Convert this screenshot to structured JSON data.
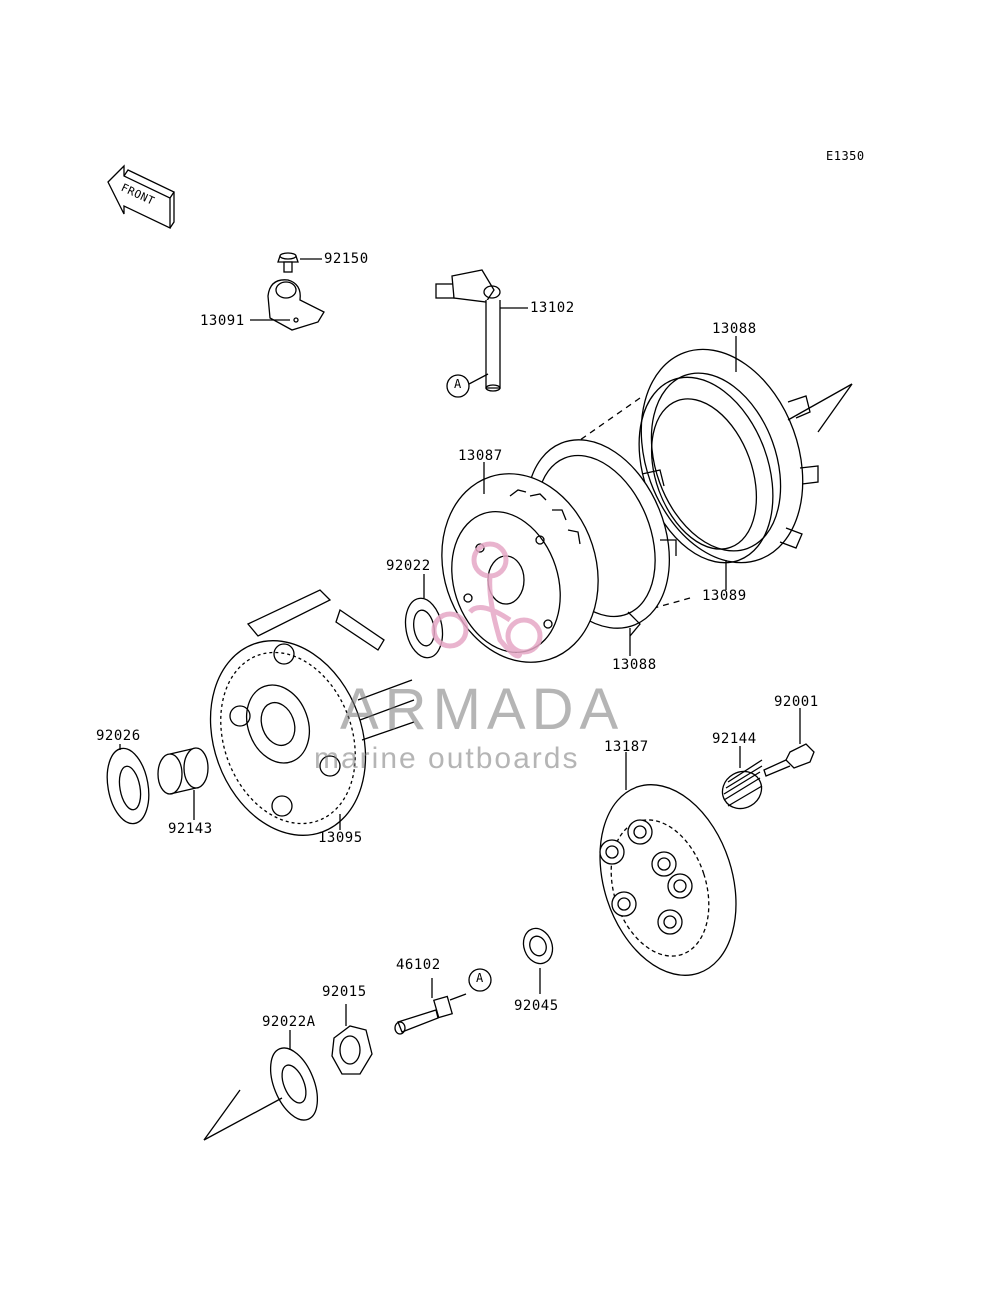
{
  "diagram_code": "E1350",
  "front_label": "FRONT",
  "parts": {
    "p92150": "92150",
    "p13091": "13091",
    "p13102": "13102",
    "p13088_top": "13088",
    "p13087": "13087",
    "p92022": "92022",
    "p13089": "13089",
    "p13088_bottom": "13088",
    "p92001": "92001",
    "p92026": "92026",
    "p92144": "92144",
    "p13187": "13187",
    "p92143": "92143",
    "p13095": "13095",
    "p46102": "46102",
    "p92015": "92015",
    "p92045": "92045",
    "p92022A": "92022A"
  },
  "ref_marker_top": "A",
  "ref_marker_bottom": "A",
  "watermark": {
    "title": "ARMADA",
    "subtitle": "marine outboards",
    "accent_color": "#e6a8c6"
  }
}
